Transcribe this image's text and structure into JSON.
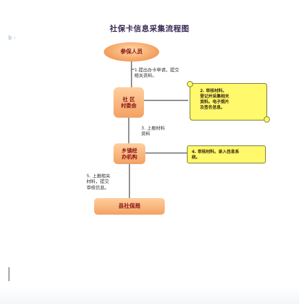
{
  "diagram": {
    "title": "社保卡信息采集流程图",
    "corner_mark": "b -",
    "nodes": {
      "insured": "参保人员",
      "community": "社  区\n村委会",
      "township": "乡镇经\n办机构",
      "county": "县社保局"
    },
    "steps": {
      "step1": "1.提出办卡申请，提交\n相关资料。",
      "step2": "2. 审核材料。\n    登记并采集相关\n    资料。电子照片\n    及签名信息。",
      "step3": "3. 上报材料\n   资料",
      "step4": "4. 审核材料。录入信息系\n   统。",
      "step5": "5. 上报相关\n材料，提交\n审核信息。"
    }
  }
}
